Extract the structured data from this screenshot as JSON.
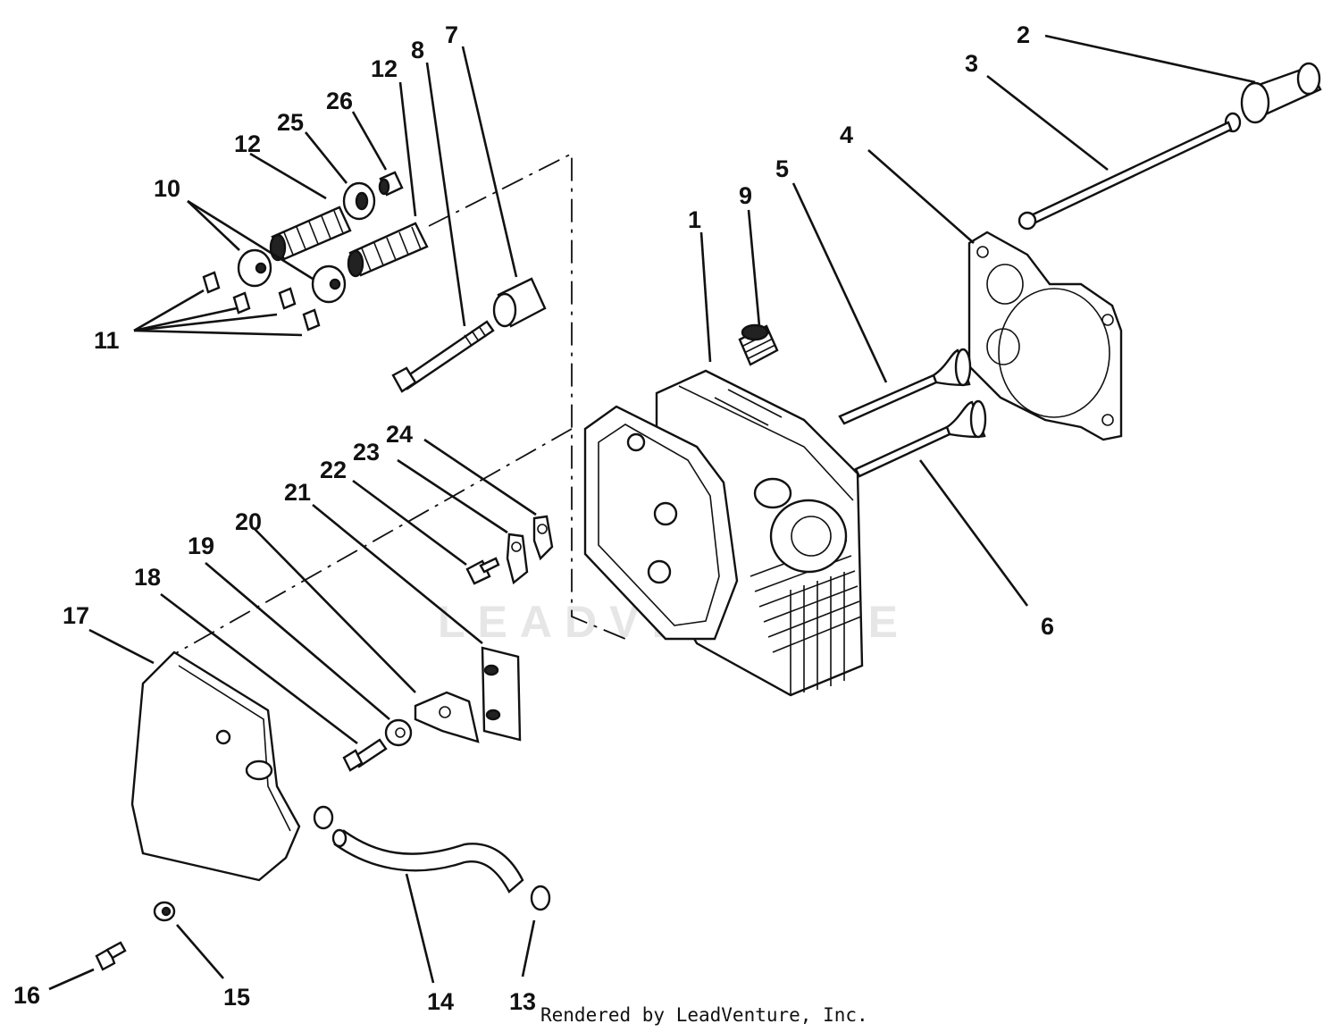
{
  "diagram": {
    "watermark": "LEADVENTURE",
    "footer": "Rendered by LeadVenture, Inc.",
    "callouts": [
      {
        "id": "1",
        "text": "1"
      },
      {
        "id": "2",
        "text": "2"
      },
      {
        "id": "3",
        "text": "3"
      },
      {
        "id": "4",
        "text": "4"
      },
      {
        "id": "5",
        "text": "5"
      },
      {
        "id": "6",
        "text": "6"
      },
      {
        "id": "7",
        "text": "7"
      },
      {
        "id": "8",
        "text": "8"
      },
      {
        "id": "9",
        "text": "9"
      },
      {
        "id": "10",
        "text": "10"
      },
      {
        "id": "11",
        "text": "11"
      },
      {
        "id": "12a",
        "text": "12"
      },
      {
        "id": "12b",
        "text": "12"
      },
      {
        "id": "13",
        "text": "13"
      },
      {
        "id": "14",
        "text": "14"
      },
      {
        "id": "15",
        "text": "15"
      },
      {
        "id": "16",
        "text": "16"
      },
      {
        "id": "17",
        "text": "17"
      },
      {
        "id": "18",
        "text": "18"
      },
      {
        "id": "19",
        "text": "19"
      },
      {
        "id": "20",
        "text": "20"
      },
      {
        "id": "21",
        "text": "21"
      },
      {
        "id": "22",
        "text": "22"
      },
      {
        "id": "23",
        "text": "23"
      },
      {
        "id": "24",
        "text": "24"
      },
      {
        "id": "25",
        "text": "25"
      },
      {
        "id": "26",
        "text": "26"
      }
    ]
  }
}
